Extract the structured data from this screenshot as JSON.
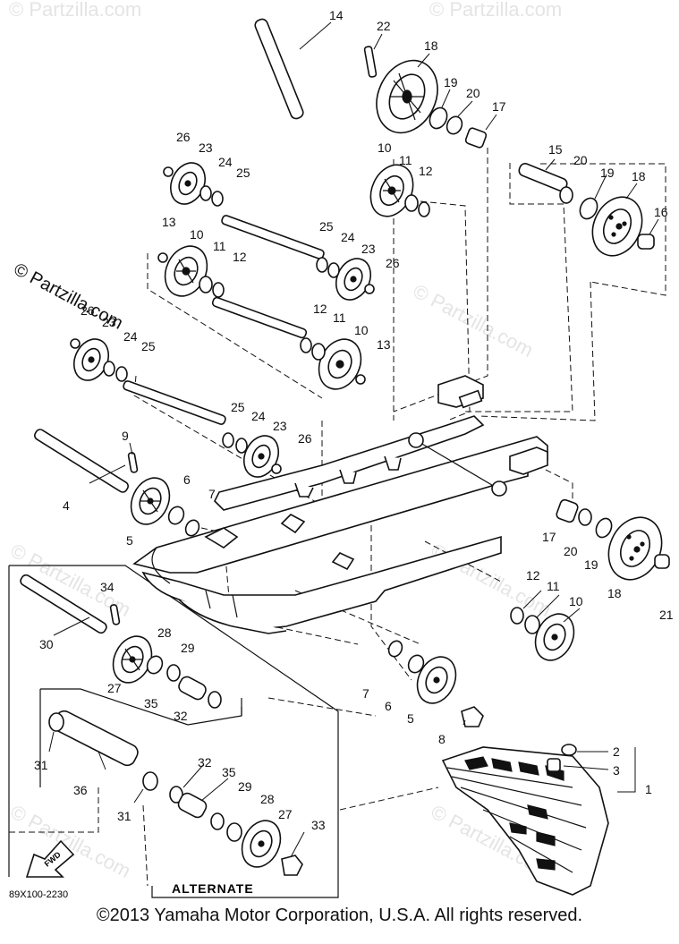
{
  "diagram": {
    "code": "89X100-2230",
    "alternate_label": "ALTERNATE",
    "fwd_label": "FWD",
    "watermark": "© Partzilla.com",
    "copyright": "©2013 Yamaha Motor Corporation, U.S.A. All rights reserved.",
    "parts": [
      {
        "id": "p14",
        "n": "14"
      },
      {
        "id": "p22",
        "n": "22"
      },
      {
        "id": "p18a",
        "n": "18"
      },
      {
        "id": "p19a",
        "n": "19"
      },
      {
        "id": "p20a",
        "n": "20"
      },
      {
        "id": "p17a",
        "n": "17"
      },
      {
        "id": "p26a",
        "n": "26"
      },
      {
        "id": "p23a",
        "n": "23"
      },
      {
        "id": "p24a",
        "n": "24"
      },
      {
        "id": "p25a",
        "n": "25"
      },
      {
        "id": "p10a",
        "n": "10"
      },
      {
        "id": "p11a",
        "n": "11"
      },
      {
        "id": "p12a",
        "n": "12"
      },
      {
        "id": "p15",
        "n": "15"
      },
      {
        "id": "p20b",
        "n": "20"
      },
      {
        "id": "p19b",
        "n": "19"
      },
      {
        "id": "p18b",
        "n": "18"
      },
      {
        "id": "p16",
        "n": "16"
      },
      {
        "id": "p13a",
        "n": "13"
      },
      {
        "id": "p10b",
        "n": "10"
      },
      {
        "id": "p11b",
        "n": "11"
      },
      {
        "id": "p12b",
        "n": "12"
      },
      {
        "id": "p25b",
        "n": "25"
      },
      {
        "id": "p24b",
        "n": "24"
      },
      {
        "id": "p23b",
        "n": "23"
      },
      {
        "id": "p26b",
        "n": "26"
      },
      {
        "id": "p26c",
        "n": "26"
      },
      {
        "id": "p23c",
        "n": "23"
      },
      {
        "id": "p24c",
        "n": "24"
      },
      {
        "id": "p25c",
        "n": "25"
      },
      {
        "id": "p12c",
        "n": "12"
      },
      {
        "id": "p11c",
        "n": "11"
      },
      {
        "id": "p10c",
        "n": "10"
      },
      {
        "id": "p13b",
        "n": "13"
      },
      {
        "id": "p25d",
        "n": "25"
      },
      {
        "id": "p24d",
        "n": "24"
      },
      {
        "id": "p23d",
        "n": "23"
      },
      {
        "id": "p26d",
        "n": "26"
      },
      {
        "id": "p9",
        "n": "9"
      },
      {
        "id": "p4",
        "n": "4"
      },
      {
        "id": "p6a",
        "n": "6"
      },
      {
        "id": "p7a",
        "n": "7"
      },
      {
        "id": "p5a",
        "n": "5"
      },
      {
        "id": "p17b",
        "n": "17"
      },
      {
        "id": "p20c",
        "n": "20"
      },
      {
        "id": "p19c",
        "n": "19"
      },
      {
        "id": "p18c",
        "n": "18"
      },
      {
        "id": "p21",
        "n": "21"
      },
      {
        "id": "p12d",
        "n": "12"
      },
      {
        "id": "p11d",
        "n": "11"
      },
      {
        "id": "p10d",
        "n": "10"
      },
      {
        "id": "p34",
        "n": "34"
      },
      {
        "id": "p30",
        "n": "30"
      },
      {
        "id": "p28a",
        "n": "28"
      },
      {
        "id": "p29a",
        "n": "29"
      },
      {
        "id": "p27a",
        "n": "27"
      },
      {
        "id": "p35a",
        "n": "35"
      },
      {
        "id": "p32a",
        "n": "32"
      },
      {
        "id": "p7b",
        "n": "7"
      },
      {
        "id": "p6b",
        "n": "6"
      },
      {
        "id": "p5b",
        "n": "5"
      },
      {
        "id": "p8",
        "n": "8"
      },
      {
        "id": "p31a",
        "n": "31"
      },
      {
        "id": "p36",
        "n": "36"
      },
      {
        "id": "p31b",
        "n": "31"
      },
      {
        "id": "p32b",
        "n": "32"
      },
      {
        "id": "p35b",
        "n": "35"
      },
      {
        "id": "p29b",
        "n": "29"
      },
      {
        "id": "p28b",
        "n": "28"
      },
      {
        "id": "p27b",
        "n": "27"
      },
      {
        "id": "p33",
        "n": "33"
      },
      {
        "id": "p2",
        "n": "2"
      },
      {
        "id": "p3",
        "n": "3"
      },
      {
        "id": "p1",
        "n": "1"
      }
    ]
  }
}
